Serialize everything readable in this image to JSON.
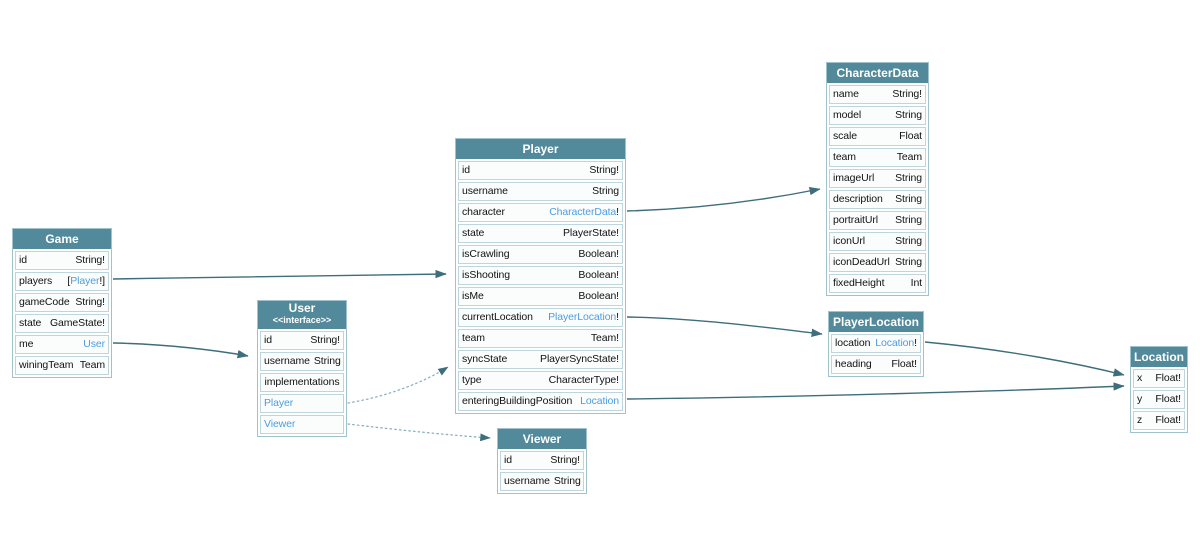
{
  "diagram": {
    "colors": {
      "header_teal": "#52899b",
      "link_blue": "#4c9ce2",
      "arrow": "#3e6d7c",
      "arrow_dotted": "#8fb2bd",
      "row_bg": "#fbfdfd"
    },
    "entities": [
      {
        "key": "game",
        "title": "Game",
        "fields": [
          {
            "name": "id",
            "type": [
              {
                "text": "String!",
                "link": false
              }
            ]
          },
          {
            "name": "players",
            "type": [
              {
                "text": "[",
                "link": false
              },
              {
                "text": "Player",
                "link": true
              },
              {
                "text": "!]",
                "link": false
              }
            ]
          },
          {
            "name": "gameCode",
            "type": [
              {
                "text": "String!",
                "link": false
              }
            ]
          },
          {
            "name": "state",
            "type": [
              {
                "text": "GameState!",
                "link": false
              }
            ]
          },
          {
            "name": "me",
            "type": [
              {
                "text": "User",
                "link": true
              }
            ]
          },
          {
            "name": "winingTeam",
            "type": [
              {
                "text": "Team",
                "link": false
              }
            ]
          }
        ]
      },
      {
        "key": "user",
        "title": "User",
        "subtitle": "<<interface>>",
        "fields": [
          {
            "name": "id",
            "type": [
              {
                "text": "String!",
                "link": false
              }
            ]
          },
          {
            "name": "username",
            "type": [
              {
                "text": "String",
                "link": false
              }
            ]
          },
          {
            "single": true,
            "centered": true,
            "label": "implementations",
            "link": false
          },
          {
            "single": true,
            "label": "Player",
            "link": true
          },
          {
            "single": true,
            "label": "Viewer",
            "link": true
          }
        ]
      },
      {
        "key": "player",
        "title": "Player",
        "fields": [
          {
            "name": "id",
            "type": [
              {
                "text": "String!",
                "link": false
              }
            ]
          },
          {
            "name": "username",
            "type": [
              {
                "text": "String",
                "link": false
              }
            ]
          },
          {
            "name": "character",
            "type": [
              {
                "text": "CharacterData",
                "link": true
              },
              {
                "text": "!",
                "link": false
              }
            ]
          },
          {
            "name": "state",
            "type": [
              {
                "text": "PlayerState!",
                "link": false
              }
            ]
          },
          {
            "name": "isCrawling",
            "type": [
              {
                "text": "Boolean!",
                "link": false
              }
            ]
          },
          {
            "name": "isShooting",
            "type": [
              {
                "text": "Boolean!",
                "link": false
              }
            ]
          },
          {
            "name": "isMe",
            "type": [
              {
                "text": "Boolean!",
                "link": false
              }
            ]
          },
          {
            "name": "currentLocation",
            "type": [
              {
                "text": "PlayerLocation",
                "link": true
              },
              {
                "text": "!",
                "link": false
              }
            ]
          },
          {
            "name": "team",
            "type": [
              {
                "text": "Team!",
                "link": false
              }
            ]
          },
          {
            "name": "syncState",
            "type": [
              {
                "text": "PlayerSyncState!",
                "link": false
              }
            ]
          },
          {
            "name": "type",
            "type": [
              {
                "text": "CharacterType!",
                "link": false
              }
            ]
          },
          {
            "name": "enteringBuildingPosition",
            "type": [
              {
                "text": "Location",
                "link": true
              }
            ]
          }
        ]
      },
      {
        "key": "viewer",
        "title": "Viewer",
        "fields": [
          {
            "name": "id",
            "type": [
              {
                "text": "String!",
                "link": false
              }
            ]
          },
          {
            "name": "username",
            "type": [
              {
                "text": "String",
                "link": false
              }
            ]
          }
        ]
      },
      {
        "key": "characterdata",
        "title": "CharacterData",
        "fields": [
          {
            "name": "name",
            "type": [
              {
                "text": "String!",
                "link": false
              }
            ]
          },
          {
            "name": "model",
            "type": [
              {
                "text": "String",
                "link": false
              }
            ]
          },
          {
            "name": "scale",
            "type": [
              {
                "text": "Float",
                "link": false
              }
            ]
          },
          {
            "name": "team",
            "type": [
              {
                "text": "Team",
                "link": false
              }
            ]
          },
          {
            "name": "imageUrl",
            "type": [
              {
                "text": "String",
                "link": false
              }
            ]
          },
          {
            "name": "description",
            "type": [
              {
                "text": "String",
                "link": false
              }
            ]
          },
          {
            "name": "portraitUrl",
            "type": [
              {
                "text": "String",
                "link": false
              }
            ]
          },
          {
            "name": "iconUrl",
            "type": [
              {
                "text": "String",
                "link": false
              }
            ]
          },
          {
            "name": "iconDeadUrl",
            "type": [
              {
                "text": "String",
                "link": false
              }
            ]
          },
          {
            "name": "fixedHeight",
            "type": [
              {
                "text": "Int",
                "link": false
              }
            ]
          }
        ]
      },
      {
        "key": "playerlocation",
        "title": "PlayerLocation",
        "fields": [
          {
            "name": "location",
            "type": [
              {
                "text": "Location",
                "link": true
              },
              {
                "text": "!",
                "link": false
              }
            ]
          },
          {
            "name": "heading",
            "type": [
              {
                "text": "Float!",
                "link": false
              }
            ]
          }
        ]
      },
      {
        "key": "location",
        "title": "Location",
        "fields": [
          {
            "name": "x",
            "type": [
              {
                "text": "Float!",
                "link": false
              }
            ]
          },
          {
            "name": "y",
            "type": [
              {
                "text": "Float!",
                "link": false
              }
            ]
          },
          {
            "name": "z",
            "type": [
              {
                "text": "Float!",
                "link": false
              }
            ]
          }
        ]
      }
    ],
    "edges": [
      {
        "from": "Game.players",
        "to": "Player",
        "style": "solid"
      },
      {
        "from": "Game.me",
        "to": "User",
        "style": "solid"
      },
      {
        "from": "User.Player",
        "to": "Player",
        "style": "dotted"
      },
      {
        "from": "User.Viewer",
        "to": "Viewer",
        "style": "dotted"
      },
      {
        "from": "Player.character",
        "to": "CharacterData",
        "style": "solid"
      },
      {
        "from": "Player.currentLocation",
        "to": "PlayerLocation",
        "style": "solid"
      },
      {
        "from": "Player.enteringBuildingPosition",
        "to": "Location",
        "style": "solid"
      },
      {
        "from": "PlayerLocation.location",
        "to": "Location",
        "style": "solid"
      }
    ]
  }
}
